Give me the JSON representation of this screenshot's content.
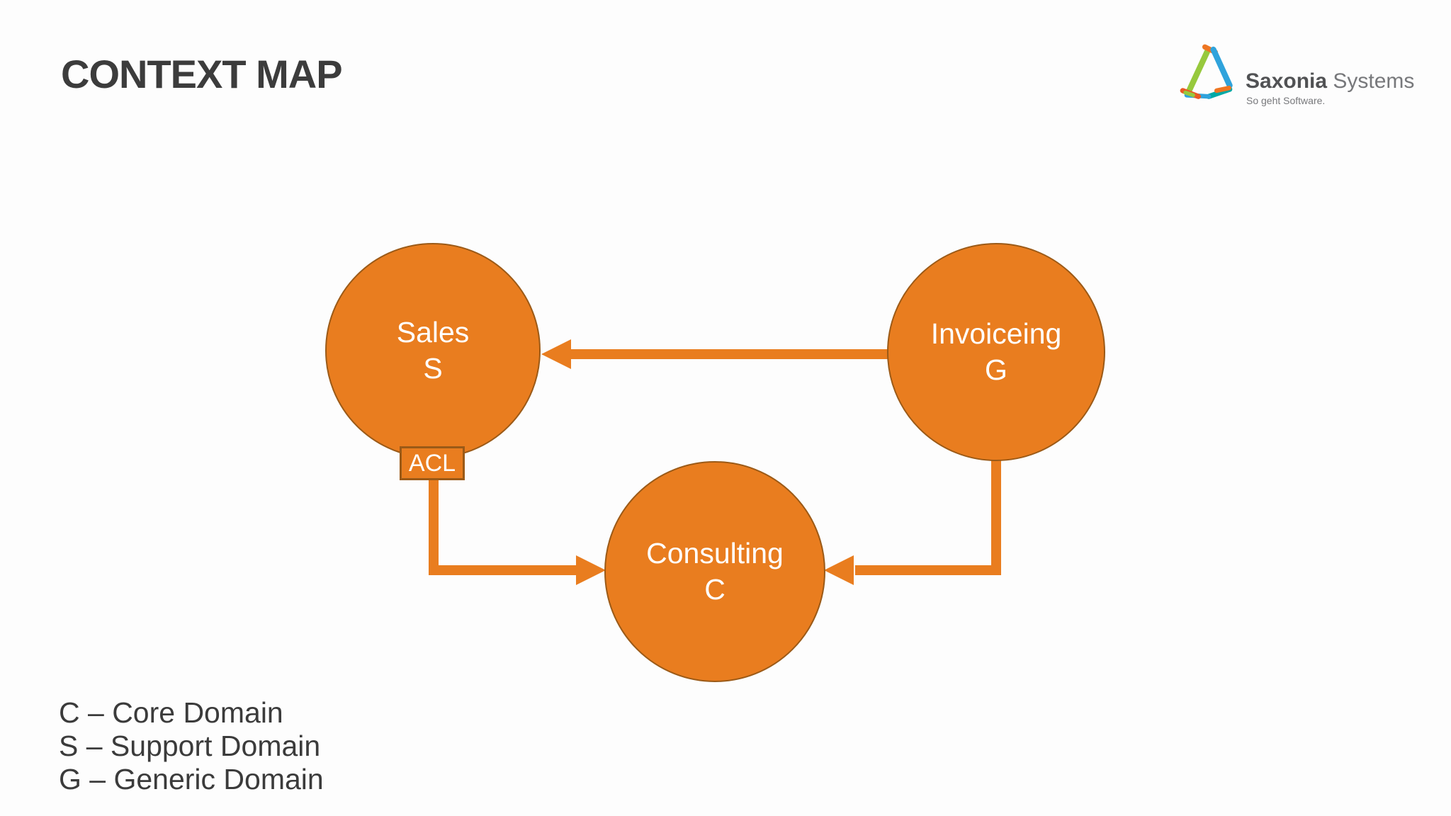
{
  "slide": {
    "title": "CONTEXT MAP"
  },
  "logo": {
    "brand_bold": "Saxonia",
    "brand_light": " Systems",
    "tagline": "So geht Software.",
    "mark": "triangle-brushstroke-icon"
  },
  "diagram": {
    "nodes": [
      {
        "id": "sales",
        "label": "Sales",
        "letter": "S"
      },
      {
        "id": "invoiceing",
        "label": "Invoiceing",
        "letter": "G"
      },
      {
        "id": "consulting",
        "label": "Consulting",
        "letter": "C"
      }
    ],
    "acl_label": "ACL",
    "edges": [
      {
        "from": "Invoiceing",
        "to": "Sales",
        "via": "",
        "style": "straight-arrow"
      },
      {
        "from": "Sales",
        "to": "Consulting",
        "via": "ACL",
        "style": "elbow-arrow"
      },
      {
        "from": "Invoiceing",
        "to": "Consulting",
        "via": "",
        "style": "elbow-arrow"
      }
    ]
  },
  "legend": {
    "items": [
      "C – Core Domain",
      "S – Support Domain",
      "G – Generic Domain"
    ]
  },
  "colors": {
    "node_fill": "#e97d1f",
    "node_border": "#9b5a17",
    "node_text": "#ffffff",
    "heading_text": "#3c3c3c",
    "legend_text": "#3b3b3b",
    "background": "#fdfdfd",
    "logo_green": "#97c93d",
    "logo_blue": "#2fa3dc",
    "logo_orange": "#ee7623",
    "logo_teal": "#00a9a5",
    "logo_red": "#e85a24"
  }
}
